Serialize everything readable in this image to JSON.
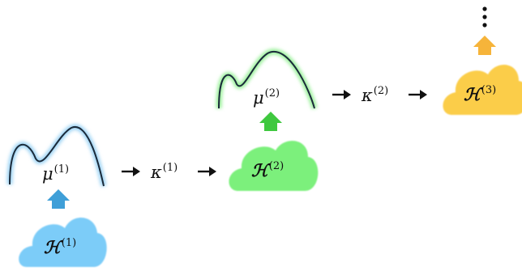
{
  "stage1": {
    "cloud_label": {
      "symbol": "ℋ",
      "index": "(1)"
    },
    "measure_label": {
      "symbol": "μ",
      "index": "(1)"
    },
    "kernel_label": {
      "symbol": "κ",
      "index": "(1)"
    }
  },
  "stage2": {
    "cloud_label": {
      "symbol": "ℋ",
      "index": "(2)"
    },
    "measure_label": {
      "symbol": "μ",
      "index": "(2)"
    },
    "kernel_label": {
      "symbol": "κ",
      "index": "(2)"
    }
  },
  "stage3": {
    "cloud_label": {
      "symbol": "ℋ",
      "index": "(3)"
    }
  },
  "colors": {
    "blue_cloud": "#7cccf8",
    "blue_curve_glow": "#9fd4f4",
    "blue_arrow": "#3f9fd8",
    "green_cloud": "#7cf07c",
    "green_curve_glow": "#9af09a",
    "green_arrow": "#3fc83f",
    "yellow_cloud": "#fbcd4a",
    "yellow_arrow": "#f6b43a",
    "curve_stroke": "#1a2a3a",
    "text": "#111111"
  },
  "icons": {
    "flow_arrow": "right-arrow-icon",
    "up_arrow": "up-arrow-icon",
    "continuation": "vertical-ellipsis-icon"
  }
}
